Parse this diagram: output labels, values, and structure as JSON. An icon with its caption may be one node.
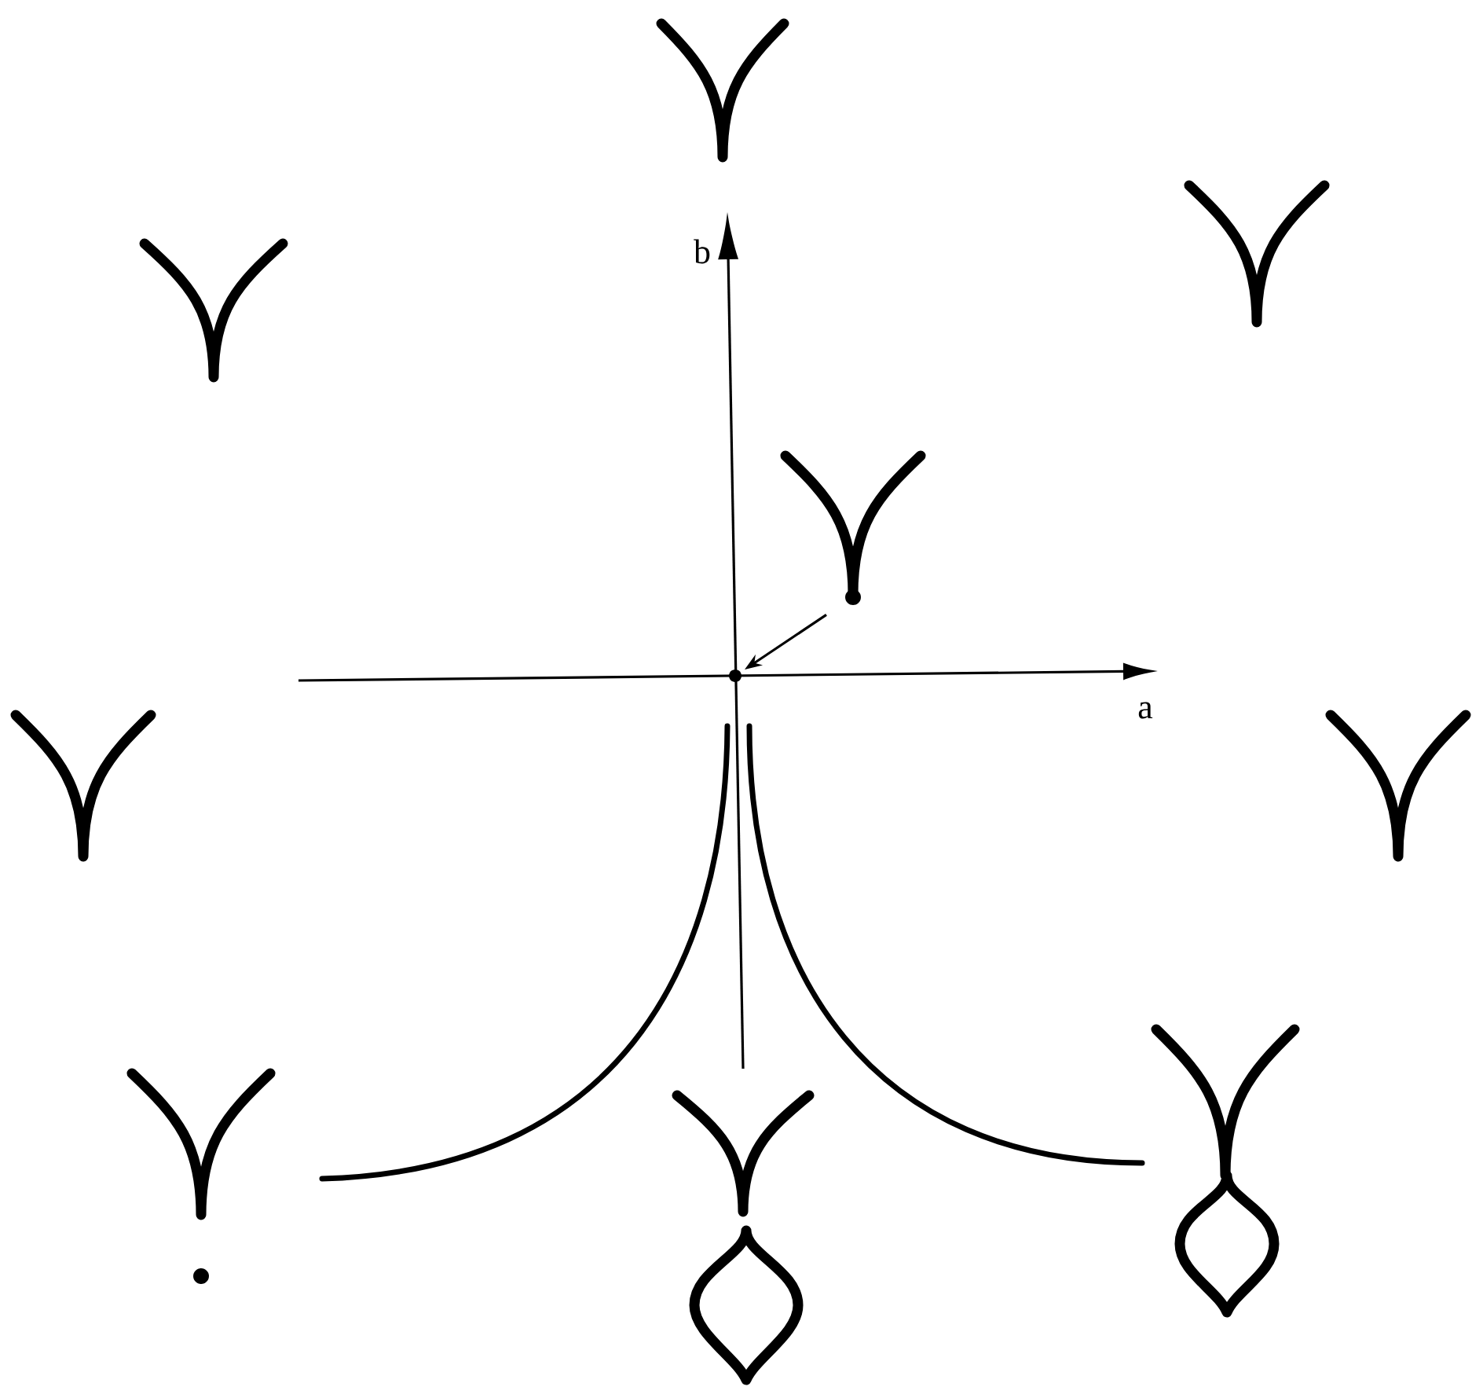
{
  "diagram": {
    "nodes": [
      {
        "text": [],
        "shape": "circle"
      },
      {
        "text": [],
        "shape": "circle"
      }
    ],
    "edges": [
      {
        "from": 0,
        "to": 1,
        "arrow": "to"
      }
    ],
    "labels": [
      "b",
      "a"
    ]
  }
}
